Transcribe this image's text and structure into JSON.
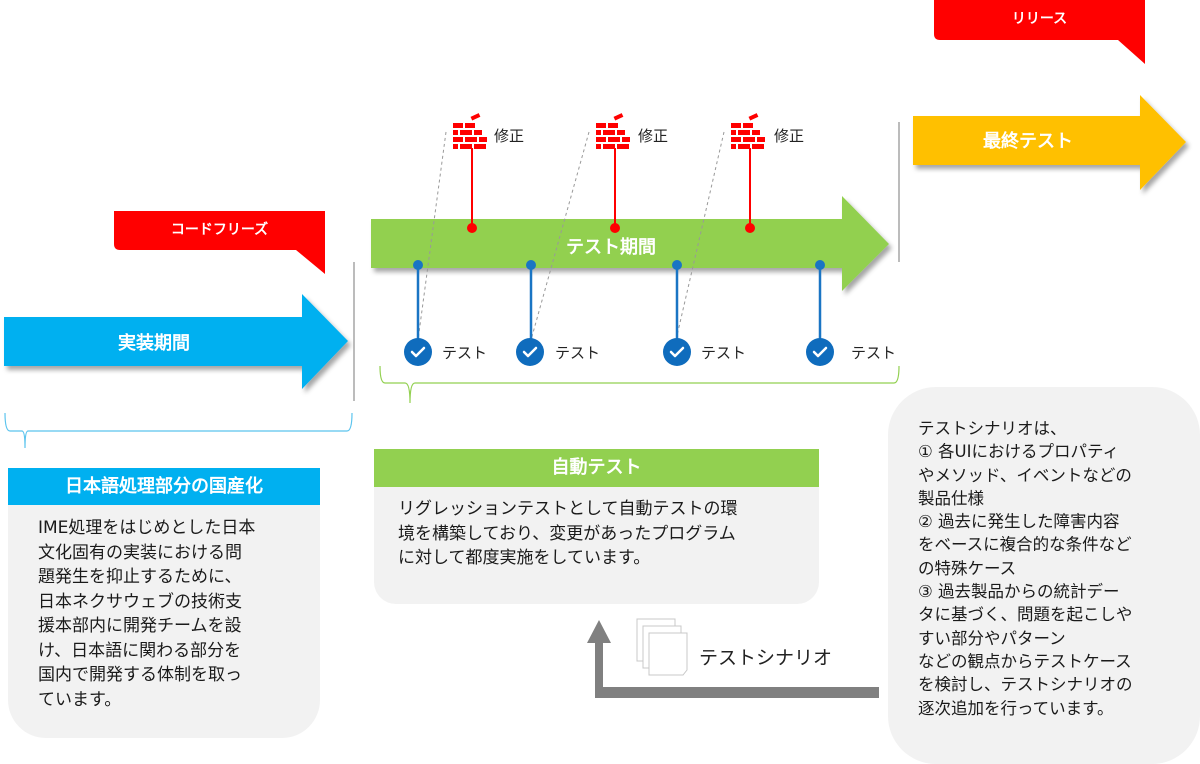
{
  "colors": {
    "red": "#ff0000",
    "blue": "#00b0f0",
    "green": "#92d050",
    "yellow": "#ffc000",
    "check_blue": "#0f6cbd",
    "gray_arrow": "#808080",
    "panel_bg": "#f2f2f2"
  },
  "callouts": {
    "release": "リリース",
    "code_freeze": "コードフリーズ"
  },
  "arrows": {
    "implementation": "実装期間",
    "test_period": "テスト期間",
    "final_test": "最終テスト"
  },
  "fixes": [
    {
      "icon": "brick-wall-icon",
      "label": "修正"
    },
    {
      "icon": "brick-wall-icon",
      "label": "修正"
    },
    {
      "icon": "brick-wall-icon",
      "label": "修正"
    }
  ],
  "tests": [
    {
      "icon": "check-circle-icon",
      "label": "テスト"
    },
    {
      "icon": "check-circle-icon",
      "label": "テスト"
    },
    {
      "icon": "check-circle-icon",
      "label": "テスト"
    },
    {
      "icon": "check-circle-icon",
      "label": "テスト"
    }
  ],
  "localization_panel": {
    "title": "日本語処理部分の国産化",
    "body": "IME処理をはじめとした日本\n文化固有の実装における問\n題発生を抑止するために、\n日本ネクサウェブの技術支\n援本部内に開発チームを設\nけ、日本語に関わる部分を\n国内で開発する体制を取っ\nています。"
  },
  "auto_test_panel": {
    "title": "自動テスト",
    "body": "リグレッションテストとして自動テストの環\n境を構築しており、変更があったプログラム\nに対して都度実施をしています。"
  },
  "scenario": {
    "icon": "documents-icon",
    "label": "テストシナリオ"
  },
  "scenario_panel": {
    "body": "テストシナリオは、\n① 各UIにおけるプロパティ\nやメソッド、イベントなどの\n製品仕様\n② 過去に発生した障害内容\nをベースに複合的な条件など\nの特殊ケース\n③ 過去製品からの統計デー\nタに基づく、問題を起こしや\nすい部分やパターン\nなどの観点からテストケース\nを検討し、テストシナリオの\n逐次追加を行っています。"
  }
}
